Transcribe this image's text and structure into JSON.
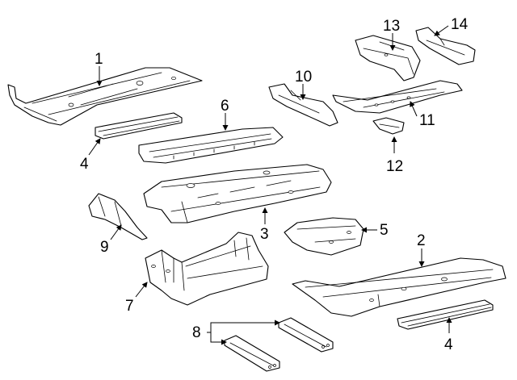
{
  "diagram": {
    "callouts": {
      "c1": "1",
      "c2": "2",
      "c3": "3",
      "c4a": "4",
      "c4b": "4",
      "c5": "5",
      "c6": "6",
      "c7": "7",
      "c8": "8",
      "c9": "9",
      "c10": "10",
      "c11": "11",
      "c12": "12",
      "c13": "13",
      "c14": "14"
    }
  }
}
